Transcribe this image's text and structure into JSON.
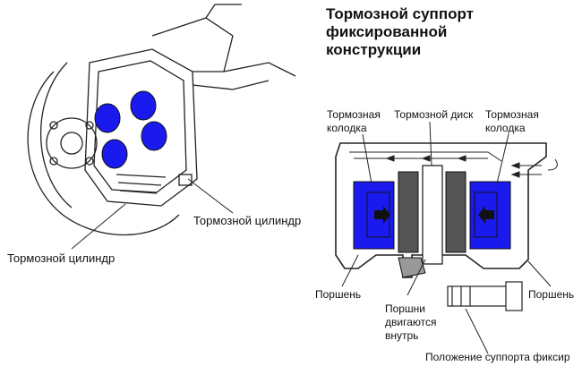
{
  "title": {
    "line1": "Тормозной суппорт",
    "line2": "фиксированной",
    "line3": "конструкции"
  },
  "left_diagram": {
    "label_cylinder_right": "Тормозной цилиндр",
    "label_cylinder_left": "Тормозной цилиндр"
  },
  "right_diagram": {
    "pad_left_line1": "Тормозная",
    "pad_left_line2": "колодка",
    "disc": "Тормозной диск",
    "pad_right_line1": "Тормозная",
    "pad_right_line2": "колодка",
    "piston_left": "Поршень",
    "piston_right": "Поршень",
    "pistons_move_line1": "Поршни",
    "pistons_move_line2": "двигаются",
    "pistons_move_line3": "внутрь",
    "caliper_position": "Положение суппорта фиксир"
  },
  "colors": {
    "piston_blue": "#1a1aee",
    "line": "#222222",
    "pad_gray": "#555555"
  }
}
